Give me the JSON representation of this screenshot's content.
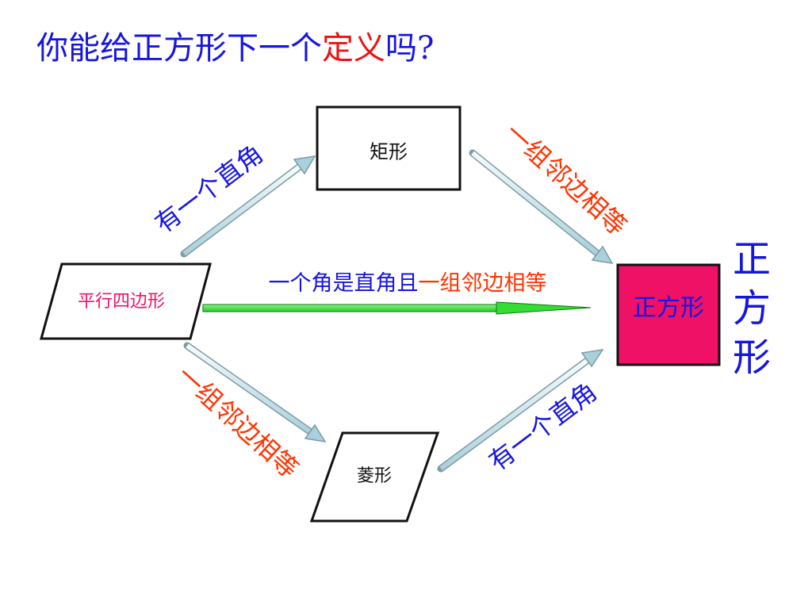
{
  "title": {
    "part1": "你能给正方形下一个",
    "highlight": "定义",
    "part2": "吗?"
  },
  "nodes": {
    "parallelogram": "平行四边形",
    "rectangle": "矩形",
    "rhombus": "菱形",
    "square": "正方形"
  },
  "edges": {
    "para_to_rect": "有一个直角",
    "rect_to_square": "一组邻边相等",
    "para_to_rhombus": "一组邻边相等",
    "rhombus_to_square": "有一个直角",
    "para_to_square_a": "一个角是直角且",
    "para_to_square_b": "一组邻边相等"
  },
  "side_label": "正\n方\n形",
  "colors": {
    "title_blue": "#1515e0",
    "highlight_red": "#ee1111",
    "edge_red": "#ff3300",
    "square_fill": "#ee1166",
    "parallelogram_text": "#ee1166",
    "green_arrow": "#33dd33"
  }
}
